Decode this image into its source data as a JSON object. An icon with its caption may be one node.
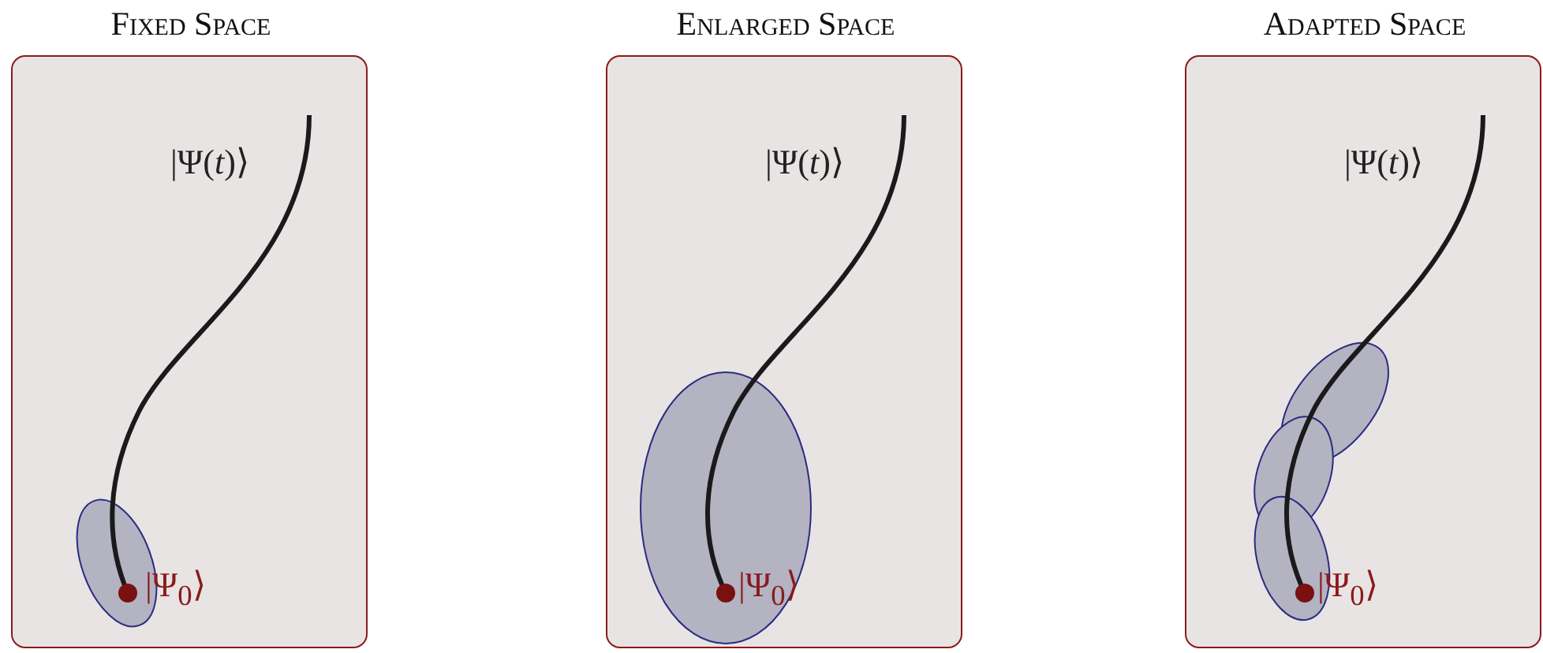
{
  "diagram": {
    "nodes": [
      {
        "text": [
          "Fixed Space"
        ]
      },
      {
        "text": [
          "Enlarged Space"
        ]
      },
      {
        "text": [
          "Adapted Space"
        ]
      }
    ],
    "labels": [
      "|Ψ(*t*)⟩",
      "|Ψ$_{0}$⟩",
      "|Ψ(*t*)⟩",
      "|Ψ$_{0}$⟩",
      "|Ψ(*t*)⟩",
      "|Ψ$_{0}$⟩"
    ]
  }
}
